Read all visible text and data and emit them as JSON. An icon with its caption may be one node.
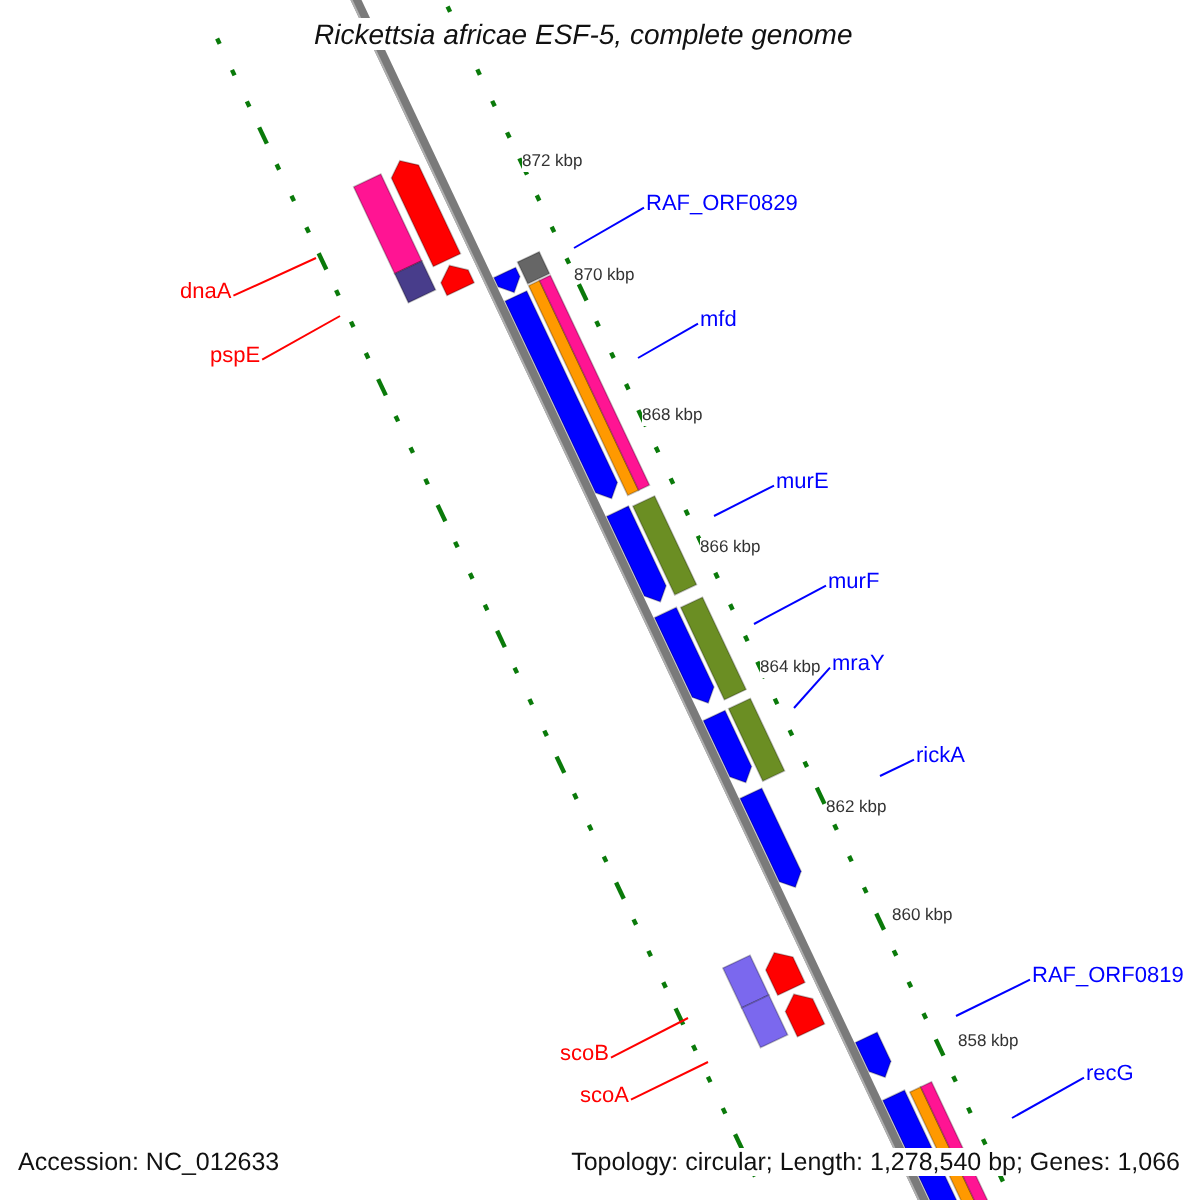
{
  "diagram": {
    "title": "Rickettsia africae ESF-5, complete genome",
    "nodes": [
      {
        "text": [
          "RAF_ORF0829"
        ]
      },
      {
        "text": [
          "dnaA"
        ]
      },
      {
        "text": [
          "mfd"
        ]
      },
      {
        "text": [
          "pspE"
        ]
      },
      {
        "text": [
          "murE"
        ]
      },
      {
        "text": [
          "murF"
        ]
      },
      {
        "text": [
          "mraY"
        ]
      },
      {
        "text": [
          "rickA"
        ]
      },
      {
        "text": [
          "RAF_ORF0819"
        ]
      },
      {
        "text": [
          "scoB"
        ]
      },
      {
        "text": [
          "recG"
        ]
      },
      {
        "text": [
          "scoA"
        ]
      }
    ],
    "edges": [
      {
        "from": 0,
        "to": null,
        "arrow": "none"
      },
      {
        "from": 1,
        "to": null,
        "arrow": "none",
        "color": "#ff0000"
      },
      {
        "from": 2,
        "to": null,
        "arrow": "none"
      },
      {
        "from": 3,
        "to": null,
        "arrow": "none",
        "color": "#ff0000"
      },
      {
        "from": 4,
        "to": null,
        "arrow": "none"
      },
      {
        "from": 5,
        "to": null,
        "arrow": "none"
      },
      {
        "from": 6,
        "to": null,
        "arrow": "none"
      },
      {
        "from": 7,
        "to": null,
        "arrow": "none"
      },
      {
        "from": 8,
        "to": null,
        "arrow": "none"
      },
      {
        "from": 9,
        "to": null,
        "arrow": "none",
        "color": "#ff0000"
      },
      {
        "from": 10,
        "to": null,
        "arrow": "none"
      },
      {
        "from": 11,
        "to": null,
        "arrow": "none",
        "color": "#ff0000"
      }
    ],
    "labels": [
      "872 kbp",
      "870 kbp",
      "868 kbp",
      "866 kbp",
      "864 kbp",
      "862 kbp",
      "860 kbp",
      "858 kbp",
      "Accession: NC_012633",
      "Topology: circular; Length: 1,278,540 bp; Genes: 1,066"
    ]
  }
}
